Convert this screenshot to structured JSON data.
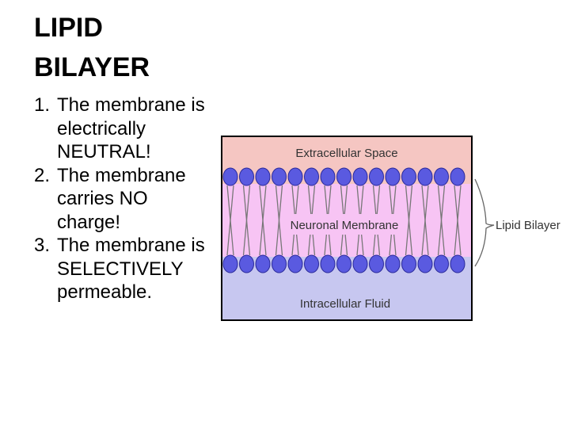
{
  "slide": {
    "title_lines": [
      "LIPID",
      "BILAYER"
    ],
    "points": [
      {
        "num": "1.",
        "text": "The membrane is electrically NEUTRAL!"
      },
      {
        "num": "2.",
        "text": "The membrane carries NO charge!"
      },
      {
        "num": "3.",
        "text": "The membrane is SELECTIVELY permeable."
      }
    ]
  },
  "diagram": {
    "top_label": "Extracellular Space",
    "middle_label": "Neuronal Membrane",
    "bottom_label": "Intracellular Fluid",
    "side_label": "Lipid Bilayer",
    "colors": {
      "extracellular": "#f5c6c2",
      "membrane": "#f7c4f4",
      "intracellular": "#c7c7f0",
      "lipid_head": "#5a5ae0",
      "tail": "#777777",
      "border": "#000000"
    }
  }
}
